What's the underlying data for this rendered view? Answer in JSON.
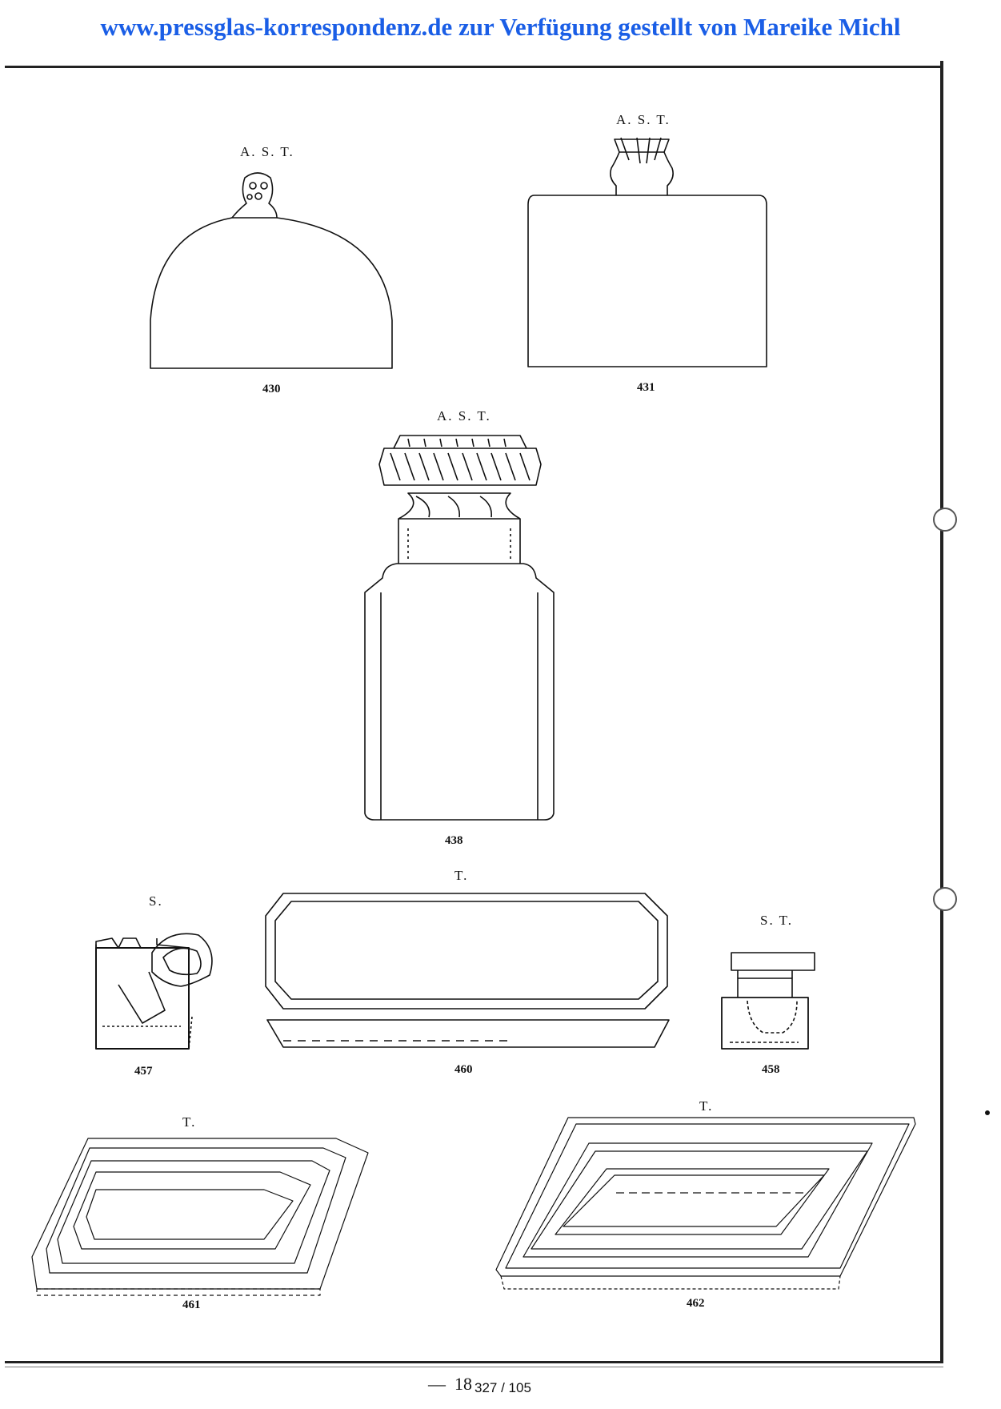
{
  "header": {
    "text": "www.pressglas-korrespondenz.de zur Verfügung gestellt von Mareike Michl",
    "color": "#1a5ee6"
  },
  "items": [
    {
      "id": "430",
      "number": "430",
      "marking": "A. S. T.",
      "object": "glass-bell-cover"
    },
    {
      "id": "431",
      "number": "431",
      "marking": "A. S. T.",
      "object": "square-jar"
    },
    {
      "id": "438",
      "number": "438",
      "marking": "A. S. T.",
      "object": "tall-jar-with-stopper"
    },
    {
      "id": "457",
      "number": "457",
      "marking": "S.",
      "object": "inkwell"
    },
    {
      "id": "460",
      "number": "460",
      "marking": "T.",
      "object": "pen-tray"
    },
    {
      "id": "458",
      "number": "458",
      "marking": "S. T.",
      "object": "inkwell-square"
    },
    {
      "id": "461",
      "number": "461",
      "marking": "T.",
      "object": "nested-trays"
    },
    {
      "id": "462",
      "number": "462",
      "marking": "T.",
      "object": "nested-trays-rectangular"
    }
  ],
  "footer": {
    "dash": "—",
    "page": "18",
    "page_count": "327 / 105"
  }
}
